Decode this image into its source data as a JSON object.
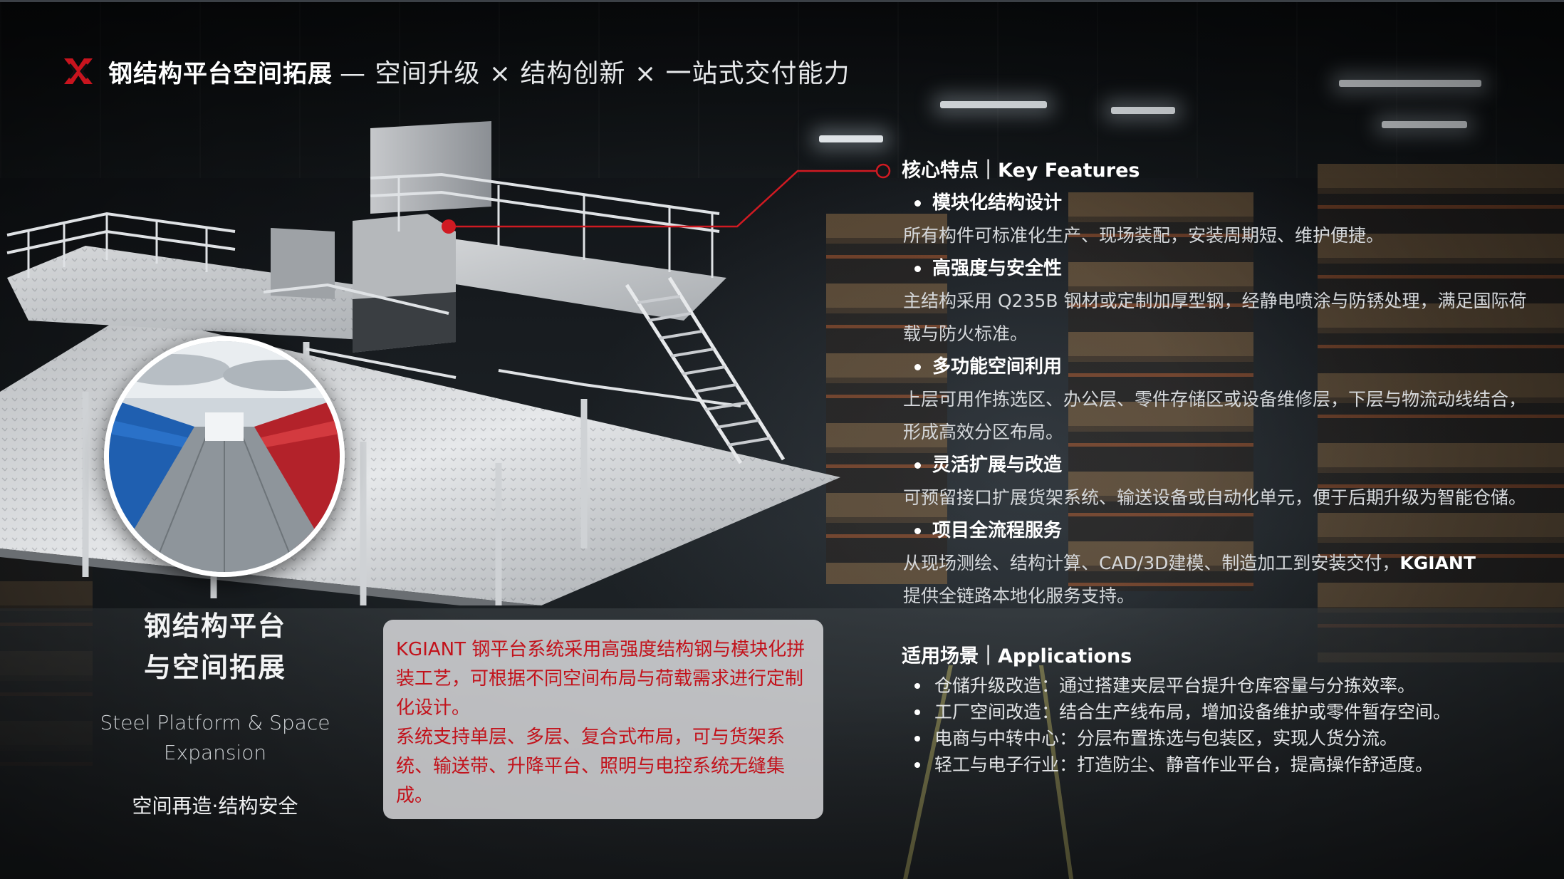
{
  "header": {
    "title_strong": "钢结构平台空间拓展",
    "title_light": "— 空间升级 × 结构创新 × 一站式交付能力",
    "logo_icon": "kgiant-logo-icon",
    "accent_color": "#c8141e"
  },
  "left_panel": {
    "title_line1": "钢结构平台",
    "title_line2": "与空间拓展",
    "subtitle_en_line1": "Steel Platform & Space",
    "subtitle_en_line2": "Expansion",
    "tagline": "空间再造·结构安全"
  },
  "info_box": {
    "paragraph1": "KGIANT 钢平台系统采用高强度结构钢与模块化拼装工艺，可根据不同空间布局与荷载需求进行定制化设计。",
    "paragraph2": "系统支持单层、多层、复合式布局，可与货架系统、输送带、升降平台、照明与电控系统无缝集成。",
    "text_color": "#c2121b"
  },
  "features": {
    "section_title": "核心特点｜Key Features",
    "items": [
      {
        "title": "模块化结构设计",
        "desc": "所有构件可标准化生产、现场装配，安装周期短、维护便捷。"
      },
      {
        "title": "高强度与安全性",
        "desc": " 主结构采用 Q235B 钢材或定制加厚型钢，经静电喷涂与防锈处理，满足国际荷载与防火标准。"
      },
      {
        "title": "多功能空间利用",
        "desc": " 上层可用作拣选区、办公层、零件存储区或设备维修层，下层与物流动线结合，形成高效分区布局。"
      },
      {
        "title": "灵活扩展与改造",
        "desc": " 可预留接口扩展货架系统、输送设备或自动化单元，便于后期升级为智能仓储。"
      },
      {
        "title": "项目全流程服务",
        "desc_pre": " 从现场测绘、结构计算、CAD/3D建模、制造加工到安装交付，",
        "desc_brand": "KGIANT",
        "desc_post": "提供全链路本地化服务支持。"
      }
    ]
  },
  "applications": {
    "section_title": "适用场景｜Applications",
    "items": [
      "仓储升级改造：通过搭建夹层平台提升仓库容量与分拣效率。",
      "工厂空间改造：结合生产线布局，增加设备维护或零件暂存空间。",
      "电商与中转中心：分层布置拣选与包装区，实现人货分流。",
      "轻工与电子行业：打造防尘、静音作业平台，提高操作舒适度。"
    ]
  }
}
